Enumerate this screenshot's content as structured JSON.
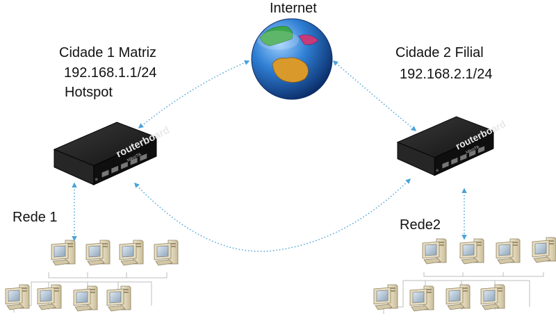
{
  "internet": {
    "label": "Internet"
  },
  "site1": {
    "title": "Cidade 1 Matriz",
    "ip": "192.168.1.1/24",
    "service": "Hotspot",
    "network": "Rede 1"
  },
  "site2": {
    "title": "Cidade 2 Filial",
    "ip": "192.168.2.1/24",
    "network": "Rede2"
  },
  "router": {
    "brand": "routerboard",
    "maker": "MikroTik"
  },
  "colors": {
    "link": "#4aa3d9",
    "router_body": "#1b1b1b",
    "pc_case": "#ddd2b4",
    "ocean": "#1f5fb0",
    "land": "#d99a2b"
  }
}
